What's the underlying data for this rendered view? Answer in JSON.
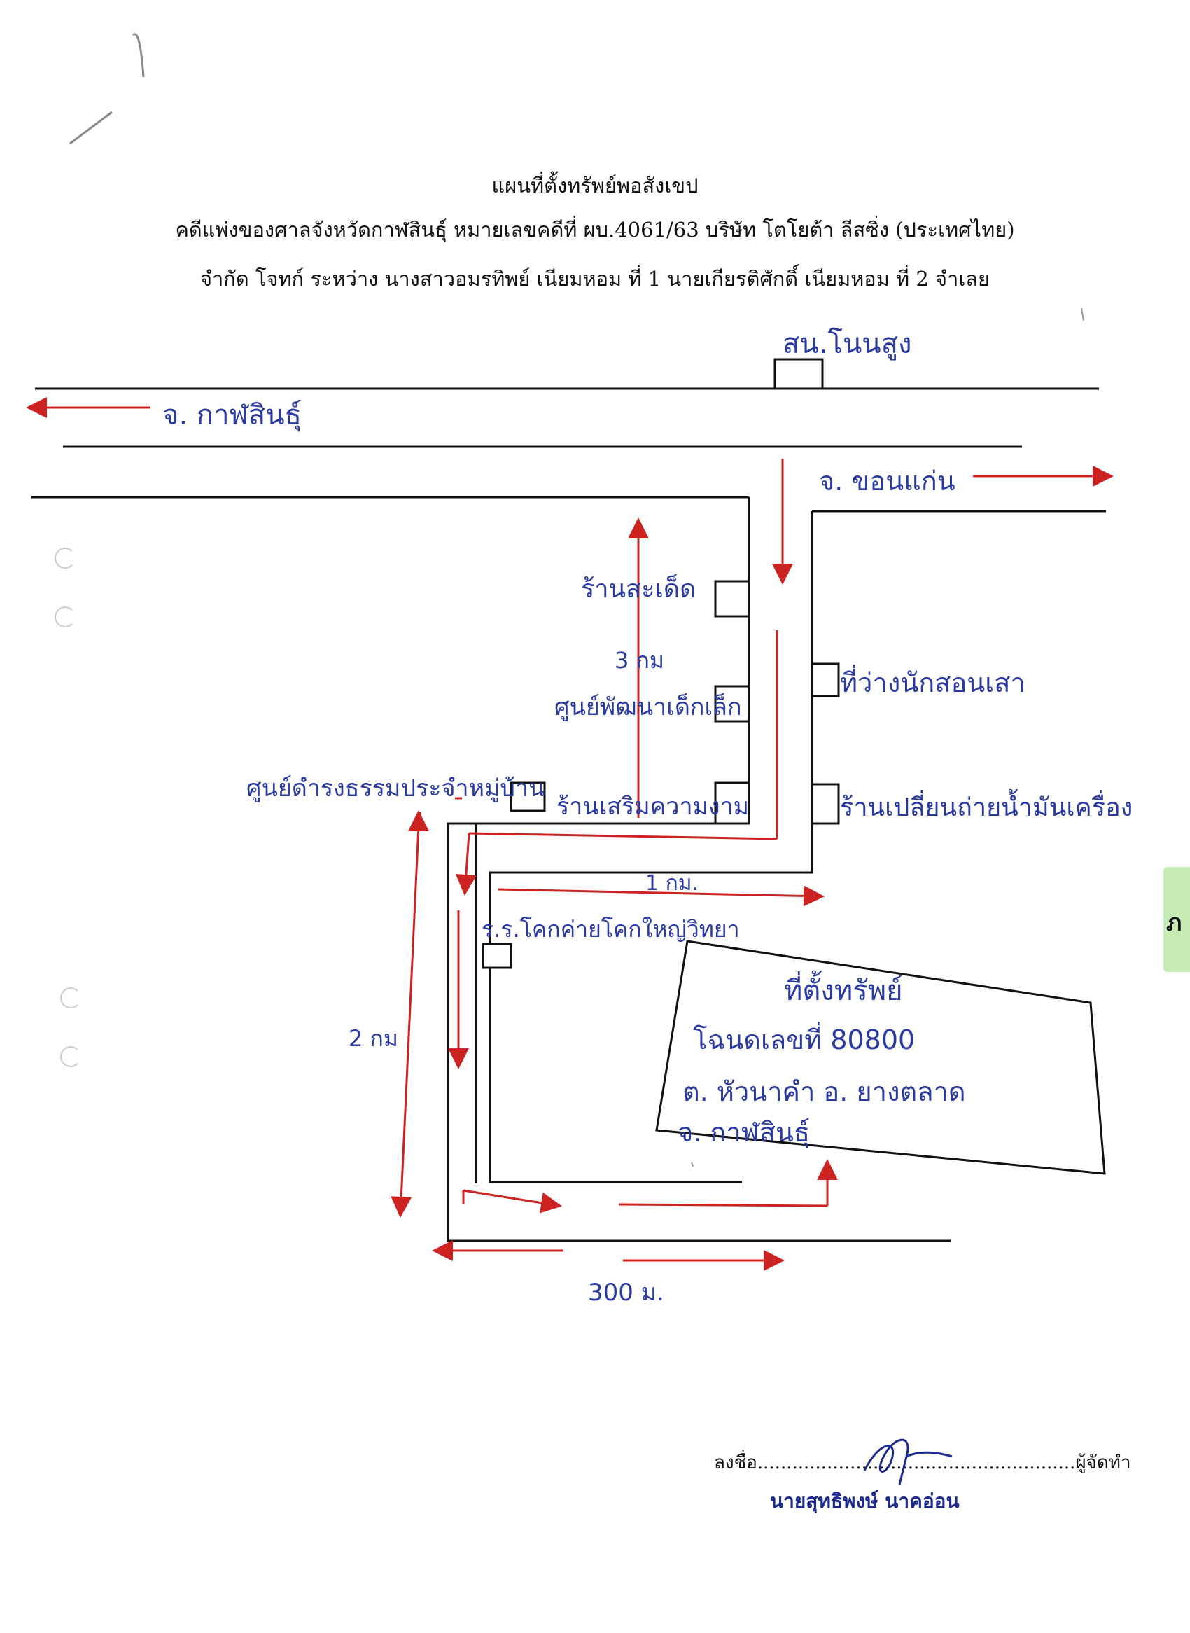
{
  "header": {
    "line1": "แผนที่ตั้งทรัพย์พอสังเขป",
    "line2": "คดีแพ่งของศาลจังหวัดกาฬสินธุ์ หมายเลขคดีที่ ผบ.4061/63 บริษัท โตโยต้า ลีสซิ่ง (ประเทศไทย)",
    "line3": "จำกัด โจทก์ ระหว่าง นางสาวอมรทิพย์ เนียมหอม ที่ 1 นายเกียรติศักดิ์ เนียมหอม ที่ 2 จำเลย"
  },
  "map": {
    "road_top_left": "จ. กาฬสินธุ์",
    "road_top_right": "จ. ขอนแก่น",
    "landmark_top": "สน.โนนสูง",
    "landmark_left_1": "ร้านสะเด็ด",
    "distance_3km": "3 กม",
    "landmark_left_2": "ศูนย์พัฒนาเด็กเล็ก",
    "landmark_left_3": "ศูนย์ดำรงธรรมประจำหมู่บ้าน",
    "landmark_left_4": "ร้านเสริมความงาม",
    "landmark_right_1": "ที่ว่างนักสอนเสา",
    "landmark_right_2": "ร้านเปลี่ยนถ่ายน้ำมันเครื่อง",
    "distance_1km": "1 กม.",
    "landmark_school": "ร.ร.โคกค่ายโคกใหญ่วิทยา",
    "distance_2km": "2 กม",
    "distance_300m": "300 ม.",
    "property_title": "ที่ตั้งทรัพย์",
    "property_deed": "โฉนดเลขที่ 80800",
    "property_subdistrict": "ต. หัวนาคำ อ. ยางตลาด",
    "property_province": "จ. กาฬสินธุ์"
  },
  "signature": {
    "line": "ลงชื่อ.......................................................ผู้จัดทำ",
    "name": "นายสุทธิพงษ์ นาคอ่อน"
  },
  "tab_glyph": "ภ",
  "colors": {
    "ink": "#111111",
    "handwriting": "#2a3aa0",
    "arrow": "#cc2222",
    "tab": "#c7ecb5"
  }
}
